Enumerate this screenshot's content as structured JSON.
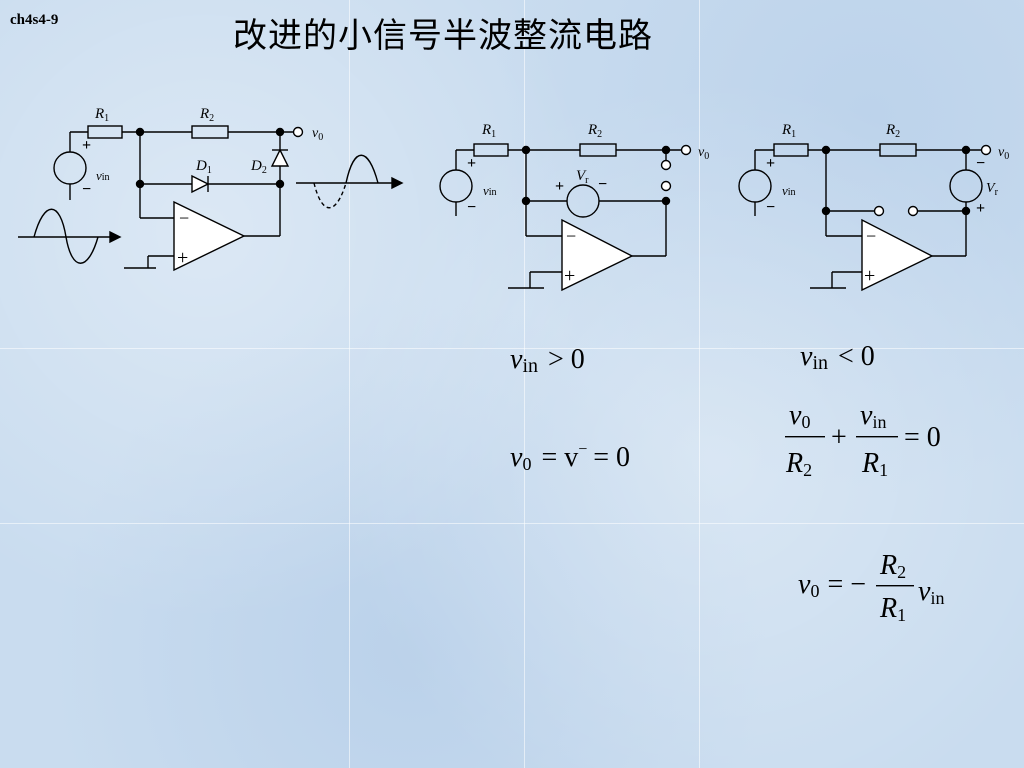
{
  "slide": {
    "tag": "ch4s4-9",
    "title": "改进的小信号半波整流电路"
  },
  "circuit1": {
    "r1": "R",
    "r1_sub": "1",
    "r2": "R",
    "r2_sub": "2",
    "d1": "D",
    "d1_sub": "1",
    "d2": "D",
    "d2_sub": "2",
    "vin": "v",
    "vin_sub": "in",
    "vout": "v",
    "vout_sub": "0",
    "plus": "+",
    "minus": "−"
  },
  "circuit2": {
    "r1": "R",
    "r1_sub": "1",
    "r2": "R",
    "r2_sub": "2",
    "vr": "V",
    "vr_sub": "r",
    "vin": "v",
    "vin_sub": "in",
    "vout": "v",
    "vout_sub": "0",
    "plus": "+",
    "minus": "−"
  },
  "circuit3": {
    "r1": "R",
    "r1_sub": "1",
    "r2": "R",
    "r2_sub": "2",
    "vr": "V",
    "vr_sub": "r",
    "vin": "v",
    "vin_sub": "in",
    "vout": "v",
    "vout_sub": "0",
    "plus": "+",
    "minus": "−"
  },
  "equations": {
    "cond_pos": {
      "v": "v",
      "sub": "in",
      "rel": "> 0"
    },
    "cond_neg": {
      "v": "v",
      "sub": "in",
      "rel": "< 0"
    },
    "eq_pos": {
      "lhs": "v",
      "lhs_sub": "0",
      "mid": "= v",
      "sup": "−",
      "rhs": "= 0"
    },
    "eq_kcl": {
      "n1": "v",
      "n1_sub": "0",
      "d1": "R",
      "d1_sub": "2",
      "plus": "+",
      "n2": "v",
      "n2_sub": "in",
      "d2": "R",
      "d2_sub": "1",
      "rhs": "= 0"
    },
    "eq_gain": {
      "lhs": "v",
      "lhs_sub": "0",
      "eqm": "= −",
      "num": "R",
      "num_sub": "2",
      "den": "R",
      "den_sub": "1",
      "tail": "v",
      "tail_sub": "in"
    }
  }
}
